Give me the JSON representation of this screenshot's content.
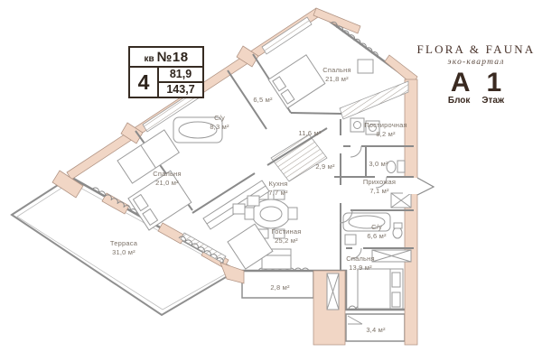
{
  "unit_card": {
    "kv_label": "кв",
    "unit_number": "№18",
    "rooms_count": "4",
    "area_living": "81,9",
    "area_total": "143,7"
  },
  "brand": {
    "name": "FLORA & FAUNA",
    "tagline": "эко-квартал",
    "block_value": "А",
    "floor_value": "1",
    "block_label": "Блок",
    "floor_label": "Этаж"
  },
  "rooms": [
    {
      "name": "Спальня",
      "area": "21,8 м²"
    },
    {
      "name": "",
      "area": "6,5 м²"
    },
    {
      "name": "С/у",
      "area": "8,3 м²"
    },
    {
      "name": "",
      "area": "11,6 м²"
    },
    {
      "name": "Постирочная",
      "area": "8,2 м²"
    },
    {
      "name": "Спальня",
      "area": "21,0 м²"
    },
    {
      "name": "Кухня",
      "area": "7,7 м²"
    },
    {
      "name": "",
      "area": "2,9 м²"
    },
    {
      "name": "",
      "area": "3,0 м²"
    },
    {
      "name": "Прихожая",
      "area": "7,1 м²"
    },
    {
      "name": "Гостиная",
      "area": "25,2 м²"
    },
    {
      "name": "С/у",
      "area": "6,6 м²"
    },
    {
      "name": "Спальня",
      "area": "13,9 м²"
    },
    {
      "name": "Терраса",
      "area": "31,0 м²"
    },
    {
      "name": "",
      "area": "2,8 м²"
    },
    {
      "name": "",
      "area": "3,4 м²"
    }
  ],
  "colors": {
    "exterior_wall_fill": "#f1d6c5",
    "wall_line": "#8a8a8a",
    "label_text": "#7c7268",
    "brand_text": "#473129"
  }
}
